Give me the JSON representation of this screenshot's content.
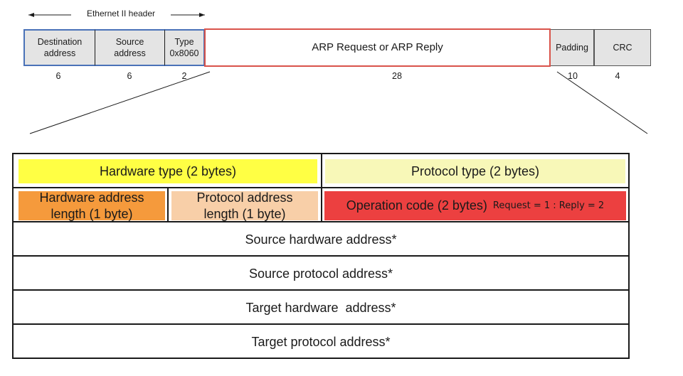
{
  "ethernet_header": {
    "label": "Ethernet II header",
    "destination": "Destination address",
    "source": "Source address",
    "type_label": "Type",
    "type_value": "0x8060"
  },
  "frame": {
    "arp": "ARP Request or ARP Reply",
    "padding": "Padding",
    "crc": "CRC"
  },
  "sizes": {
    "destination": "6",
    "source": "6",
    "type": "2",
    "arp": "28",
    "padding": "10",
    "crc": "4"
  },
  "arp_fields": {
    "hardware_type": "Hardware type (2 bytes)",
    "protocol_type": "Protocol type (2 bytes)",
    "hw_addr_len_1": "Hardware address",
    "hw_addr_len_2": "length (1 byte)",
    "proto_addr_len_1": "Protocol address",
    "proto_addr_len_2": "length (1 byte)",
    "opcode": "Operation code (2 bytes)",
    "opcode_note": "Request = 1 : Reply = 2",
    "source_hw": "Source hardware address*",
    "source_proto": "Source protocol address*",
    "target_hw": "Target hardware  address*",
    "target_proto": "Target protocol address*"
  },
  "colors": {
    "header_fill": "#e4e4e4",
    "header_border": "#4a72b8",
    "arp_border": "#d9534a",
    "hardware_type": "#ffff44",
    "protocol_type": "#f8f8b8",
    "hw_addr_len": "#f59a3c",
    "proto_addr_len": "#f8cfa8",
    "opcode": "#ec4040"
  }
}
